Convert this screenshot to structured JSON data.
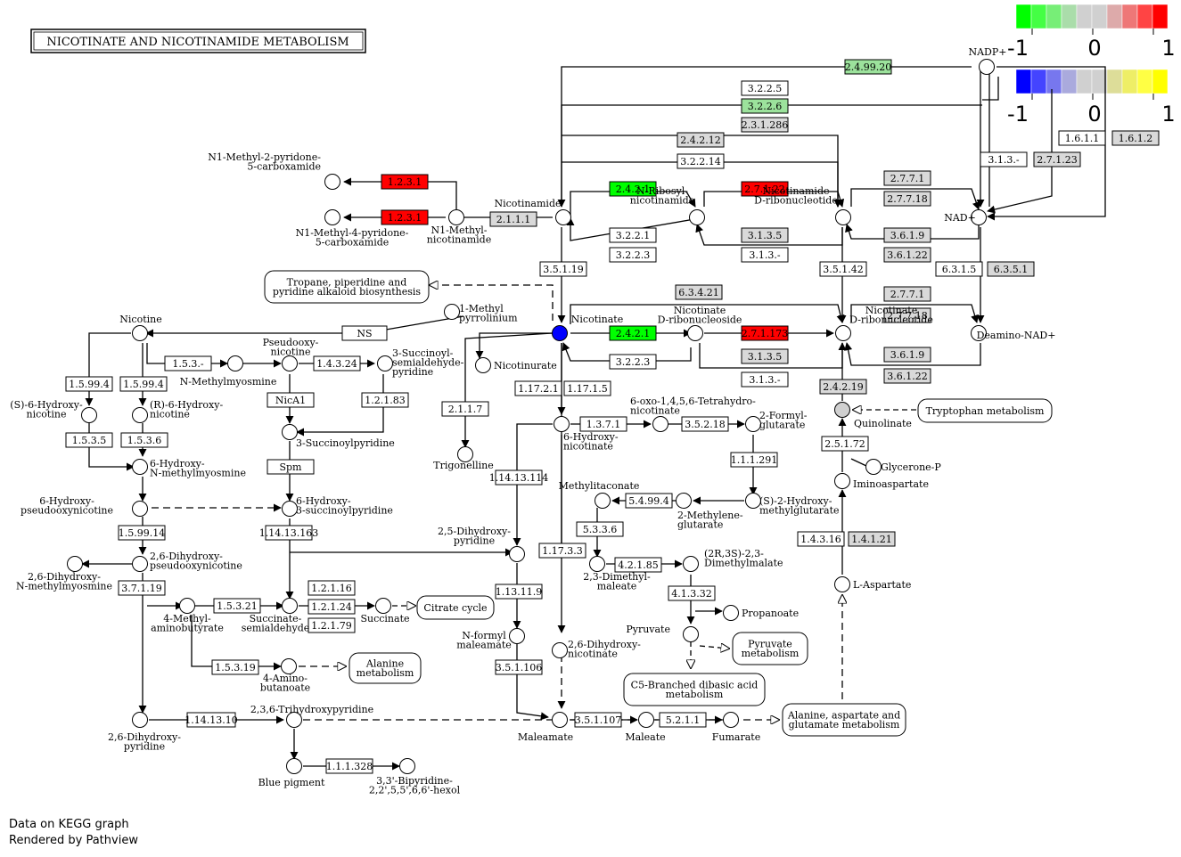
{
  "title": "NICOTINATE AND NICOTINAMIDE METABOLISM",
  "footer": {
    "line1": "Data on KEGG graph",
    "line2": "Rendered by Pathview"
  },
  "colors": {
    "red": "#ff0000",
    "green": "#00ff00",
    "lightgreen": "#9ce29c",
    "blue": "#0000ff",
    "grey": "#d9d9d9",
    "white": "#ffffff"
  },
  "legend": {
    "gene": {
      "min": "-1",
      "mid": "0",
      "max": "1",
      "colors": [
        "#00ff00",
        "#44ff44",
        "#77ee77",
        "#aaddaa",
        "#d0d0d0",
        "#d0d0d0",
        "#ddaaaa",
        "#ee7777",
        "#ff4444",
        "#ff0000"
      ]
    },
    "compound": {
      "min": "-1",
      "mid": "0",
      "max": "1",
      "colors": [
        "#0000ff",
        "#4444ff",
        "#7777ee",
        "#aaaadd",
        "#d0d0d0",
        "#d0d0d0",
        "#dddd99",
        "#eeee66",
        "#ffff44",
        "#ffff00"
      ]
    }
  },
  "enzymes": [
    {
      "label": "1.2.3.1",
      "fill": "red"
    },
    {
      "label": "1.2.3.1",
      "fill": "red"
    },
    {
      "label": "2.1.1.1",
      "fill": "grey"
    },
    {
      "label": "2.4.2.1",
      "fill": "green"
    },
    {
      "label": "3.2.2.1",
      "fill": "white"
    },
    {
      "label": "3.2.2.3",
      "fill": "white"
    },
    {
      "label": "2.7.1.22",
      "fill": "red"
    },
    {
      "label": "3.1.3.5",
      "fill": "grey"
    },
    {
      "label": "3.1.3.-",
      "fill": "white"
    },
    {
      "label": "2.7.7.1",
      "fill": "grey"
    },
    {
      "label": "2.7.7.18",
      "fill": "grey"
    },
    {
      "label": "3.6.1.9",
      "fill": "grey"
    },
    {
      "label": "3.6.1.22",
      "fill": "grey"
    },
    {
      "label": "2.4.99.20",
      "fill": "lightgreen"
    },
    {
      "label": "3.2.2.5",
      "fill": "white"
    },
    {
      "label": "3.2.2.6",
      "fill": "lightgreen"
    },
    {
      "label": "2.3.1.286",
      "fill": "grey"
    },
    {
      "label": "2.4.2.12",
      "fill": "grey"
    },
    {
      "label": "3.2.2.14",
      "fill": "white"
    },
    {
      "label": "3.1.3.-",
      "fill": "white"
    },
    {
      "label": "2.7.1.23",
      "fill": "grey"
    },
    {
      "label": "1.6.1.1",
      "fill": "white"
    },
    {
      "label": "1.6.1.2",
      "fill": "grey"
    },
    {
      "label": "3.5.1.19",
      "fill": "white"
    },
    {
      "label": "3.5.1.42",
      "fill": "white"
    },
    {
      "label": "6.3.1.5",
      "fill": "white"
    },
    {
      "label": "6.3.5.1",
      "fill": "grey"
    },
    {
      "label": "6.3.4.21",
      "fill": "grey"
    },
    {
      "label": "2.4.2.1",
      "fill": "green"
    },
    {
      "label": "2.7.1.173",
      "fill": "red"
    },
    {
      "label": "3.2.2.3",
      "fill": "white"
    },
    {
      "label": "3.1.3.5",
      "fill": "grey"
    },
    {
      "label": "3.1.3.-",
      "fill": "white"
    },
    {
      "label": "2.7.7.1",
      "fill": "grey"
    },
    {
      "label": "2.7.7.18",
      "fill": "grey"
    },
    {
      "label": "3.6.1.9",
      "fill": "grey"
    },
    {
      "label": "3.6.1.22",
      "fill": "grey"
    },
    {
      "label": "2.4.2.19",
      "fill": "grey"
    },
    {
      "label": "NS",
      "fill": "white"
    },
    {
      "label": "1.5.3.-",
      "fill": "white"
    },
    {
      "label": "1.4.3.24",
      "fill": "white"
    },
    {
      "label": "1.5.99.4",
      "fill": "white"
    },
    {
      "label": "1.5.99.4",
      "fill": "white"
    },
    {
      "label": "NicA1",
      "fill": "white"
    },
    {
      "label": "1.2.1.83",
      "fill": "white"
    },
    {
      "label": "2.1.1.7",
      "fill": "white"
    },
    {
      "label": "1.17.2.1",
      "fill": "white"
    },
    {
      "label": "1.17.1.5",
      "fill": "white"
    },
    {
      "label": "1.3.7.1",
      "fill": "white"
    },
    {
      "label": "3.5.2.18",
      "fill": "white"
    },
    {
      "label": "1.5.3.5",
      "fill": "white"
    },
    {
      "label": "1.5.3.6",
      "fill": "white"
    },
    {
      "label": "Spm",
      "fill": "white"
    },
    {
      "label": "1.14.13.114",
      "fill": "white"
    },
    {
      "label": "1.1.1.291",
      "fill": "white"
    },
    {
      "label": "2.5.1.72",
      "fill": "white"
    },
    {
      "label": "1.5.99.14",
      "fill": "white"
    },
    {
      "label": "1.14.13.163",
      "fill": "white"
    },
    {
      "label": "5.4.99.4",
      "fill": "white"
    },
    {
      "label": "5.3.3.6",
      "fill": "white"
    },
    {
      "label": "1.17.3.3",
      "fill": "white"
    },
    {
      "label": "4.2.1.85",
      "fill": "white"
    },
    {
      "label": "1.4.3.16",
      "fill": "white"
    },
    {
      "label": "1.4.1.21",
      "fill": "grey"
    },
    {
      "label": "3.7.1.19",
      "fill": "white"
    },
    {
      "label": "1.2.1.16",
      "fill": "white"
    },
    {
      "label": "1.2.1.24",
      "fill": "white"
    },
    {
      "label": "1.2.1.79",
      "fill": "white"
    },
    {
      "label": "1.5.3.21",
      "fill": "white"
    },
    {
      "label": "1.13.11.9",
      "fill": "white"
    },
    {
      "label": "4.1.3.32",
      "fill": "white"
    },
    {
      "label": "1.5.3.19",
      "fill": "white"
    },
    {
      "label": "3.5.1.106",
      "fill": "white"
    },
    {
      "label": "1.14.13.10",
      "fill": "white"
    },
    {
      "label": "3.5.1.107",
      "fill": "white"
    },
    {
      "label": "5.2.1.1",
      "fill": "white"
    },
    {
      "label": "1.1.1.328",
      "fill": "white"
    }
  ],
  "compounds": [
    {
      "label": "N1-Methyl-2-pyridone-\n5-carboxamide"
    },
    {
      "label": "N1-Methyl-4-pyridone-\n5-carboxamide"
    },
    {
      "label": "N1-Methyl-\nnicotinamide"
    },
    {
      "label": "Nicotinamide"
    },
    {
      "label": "N-Ribosyl-\nnicotinamide"
    },
    {
      "label": "Nicotinamide\nD-ribonucleotide"
    },
    {
      "label": "NAD+"
    },
    {
      "label": "NADP+"
    },
    {
      "label": "Nicotinate"
    },
    {
      "label": "Nicotinate\nD-ribonucleoside"
    },
    {
      "label": "Nicotinate\nD-ribonucleotide"
    },
    {
      "label": "Deamino-NAD+"
    },
    {
      "label": "1-Methyl\npyrrolinium"
    },
    {
      "label": "Nicotinurate"
    },
    {
      "label": "Nicotine"
    },
    {
      "label": "Pseudooxy-\nnicotine"
    },
    {
      "label": "N-Methylmyosmine"
    },
    {
      "label": "3-Succinoyl-\nsemialdehyde-\npyridine"
    },
    {
      "label": "(S)-6-Hydroxy-\nnicotine"
    },
    {
      "label": "(R)-6-Hydroxy-\nnicotine"
    },
    {
      "label": "6-Hydroxy-\nN-methylmyosmine"
    },
    {
      "label": "3-Succinoylpyridine"
    },
    {
      "label": "Trigonelline"
    },
    {
      "label": "6-oxo-1,4,5,6-Tetrahydro-\nnicotinate"
    },
    {
      "label": "2-Formyl-\nglutarate"
    },
    {
      "label": "6-Hydroxy-\nnicotinate"
    },
    {
      "label": "Quinolinate"
    },
    {
      "label": "Glycerone-P"
    },
    {
      "label": "Iminoaspartate"
    },
    {
      "label": "6-Hydroxy-\npseudooxynicotine"
    },
    {
      "label": "6-Hydroxy-\n3-succinoylpyridine"
    },
    {
      "label": "Methylitaconate"
    },
    {
      "label": "2-Methylene-\nglutarate"
    },
    {
      "label": "(S)-2-Hydroxy-\nmethylglutarate"
    },
    {
      "label": "2,5-Dihydroxy-\npyridine"
    },
    {
      "label": "2,6-Dihydroxy-\nN-methylmyosmine"
    },
    {
      "label": "2,6-Dihydroxy-\npseudooxynicotine"
    },
    {
      "label": "2,3-Dimethyl-\nmaleate"
    },
    {
      "label": "(2R,3S)-2,3-\nDimethylmalate"
    },
    {
      "label": "L-Aspartate"
    },
    {
      "label": "4-Methyl-\naminobutyrate"
    },
    {
      "label": "Succinate-\nsemialdehyde"
    },
    {
      "label": "Succinate"
    },
    {
      "label": "Propanoate"
    },
    {
      "label": "Pyruvate"
    },
    {
      "label": "N-formyl\nmaleamate"
    },
    {
      "label": "2,6-Dihydroxy-\nnicotinate"
    },
    {
      "label": "4-Amino-\nbutanoate"
    },
    {
      "label": "2,6-Dihydroxy-\npyridine"
    },
    {
      "label": "2,3,6-Trihydroxypyridine"
    },
    {
      "label": "Maleamate"
    },
    {
      "label": "Maleate"
    },
    {
      "label": "Fumarate"
    },
    {
      "label": "Blue pigment"
    },
    {
      "label": "3,3'-Bipyridine-\n2,2',5,5',6,6'-hexol"
    }
  ],
  "maps": [
    {
      "label": "Tropane, piperidine and\npyridine alkaloid biosynthesis"
    },
    {
      "label": "Tryptophan metabolism"
    },
    {
      "label": "Citrate cycle"
    },
    {
      "label": "Alanine\nmetabolism"
    },
    {
      "label": "Pyruvate\nmetabolism"
    },
    {
      "label": "C5-Branched dibasic acid\nmetabolism"
    },
    {
      "label": "Alanine, aspartate and\nglutamate metabolism"
    }
  ]
}
